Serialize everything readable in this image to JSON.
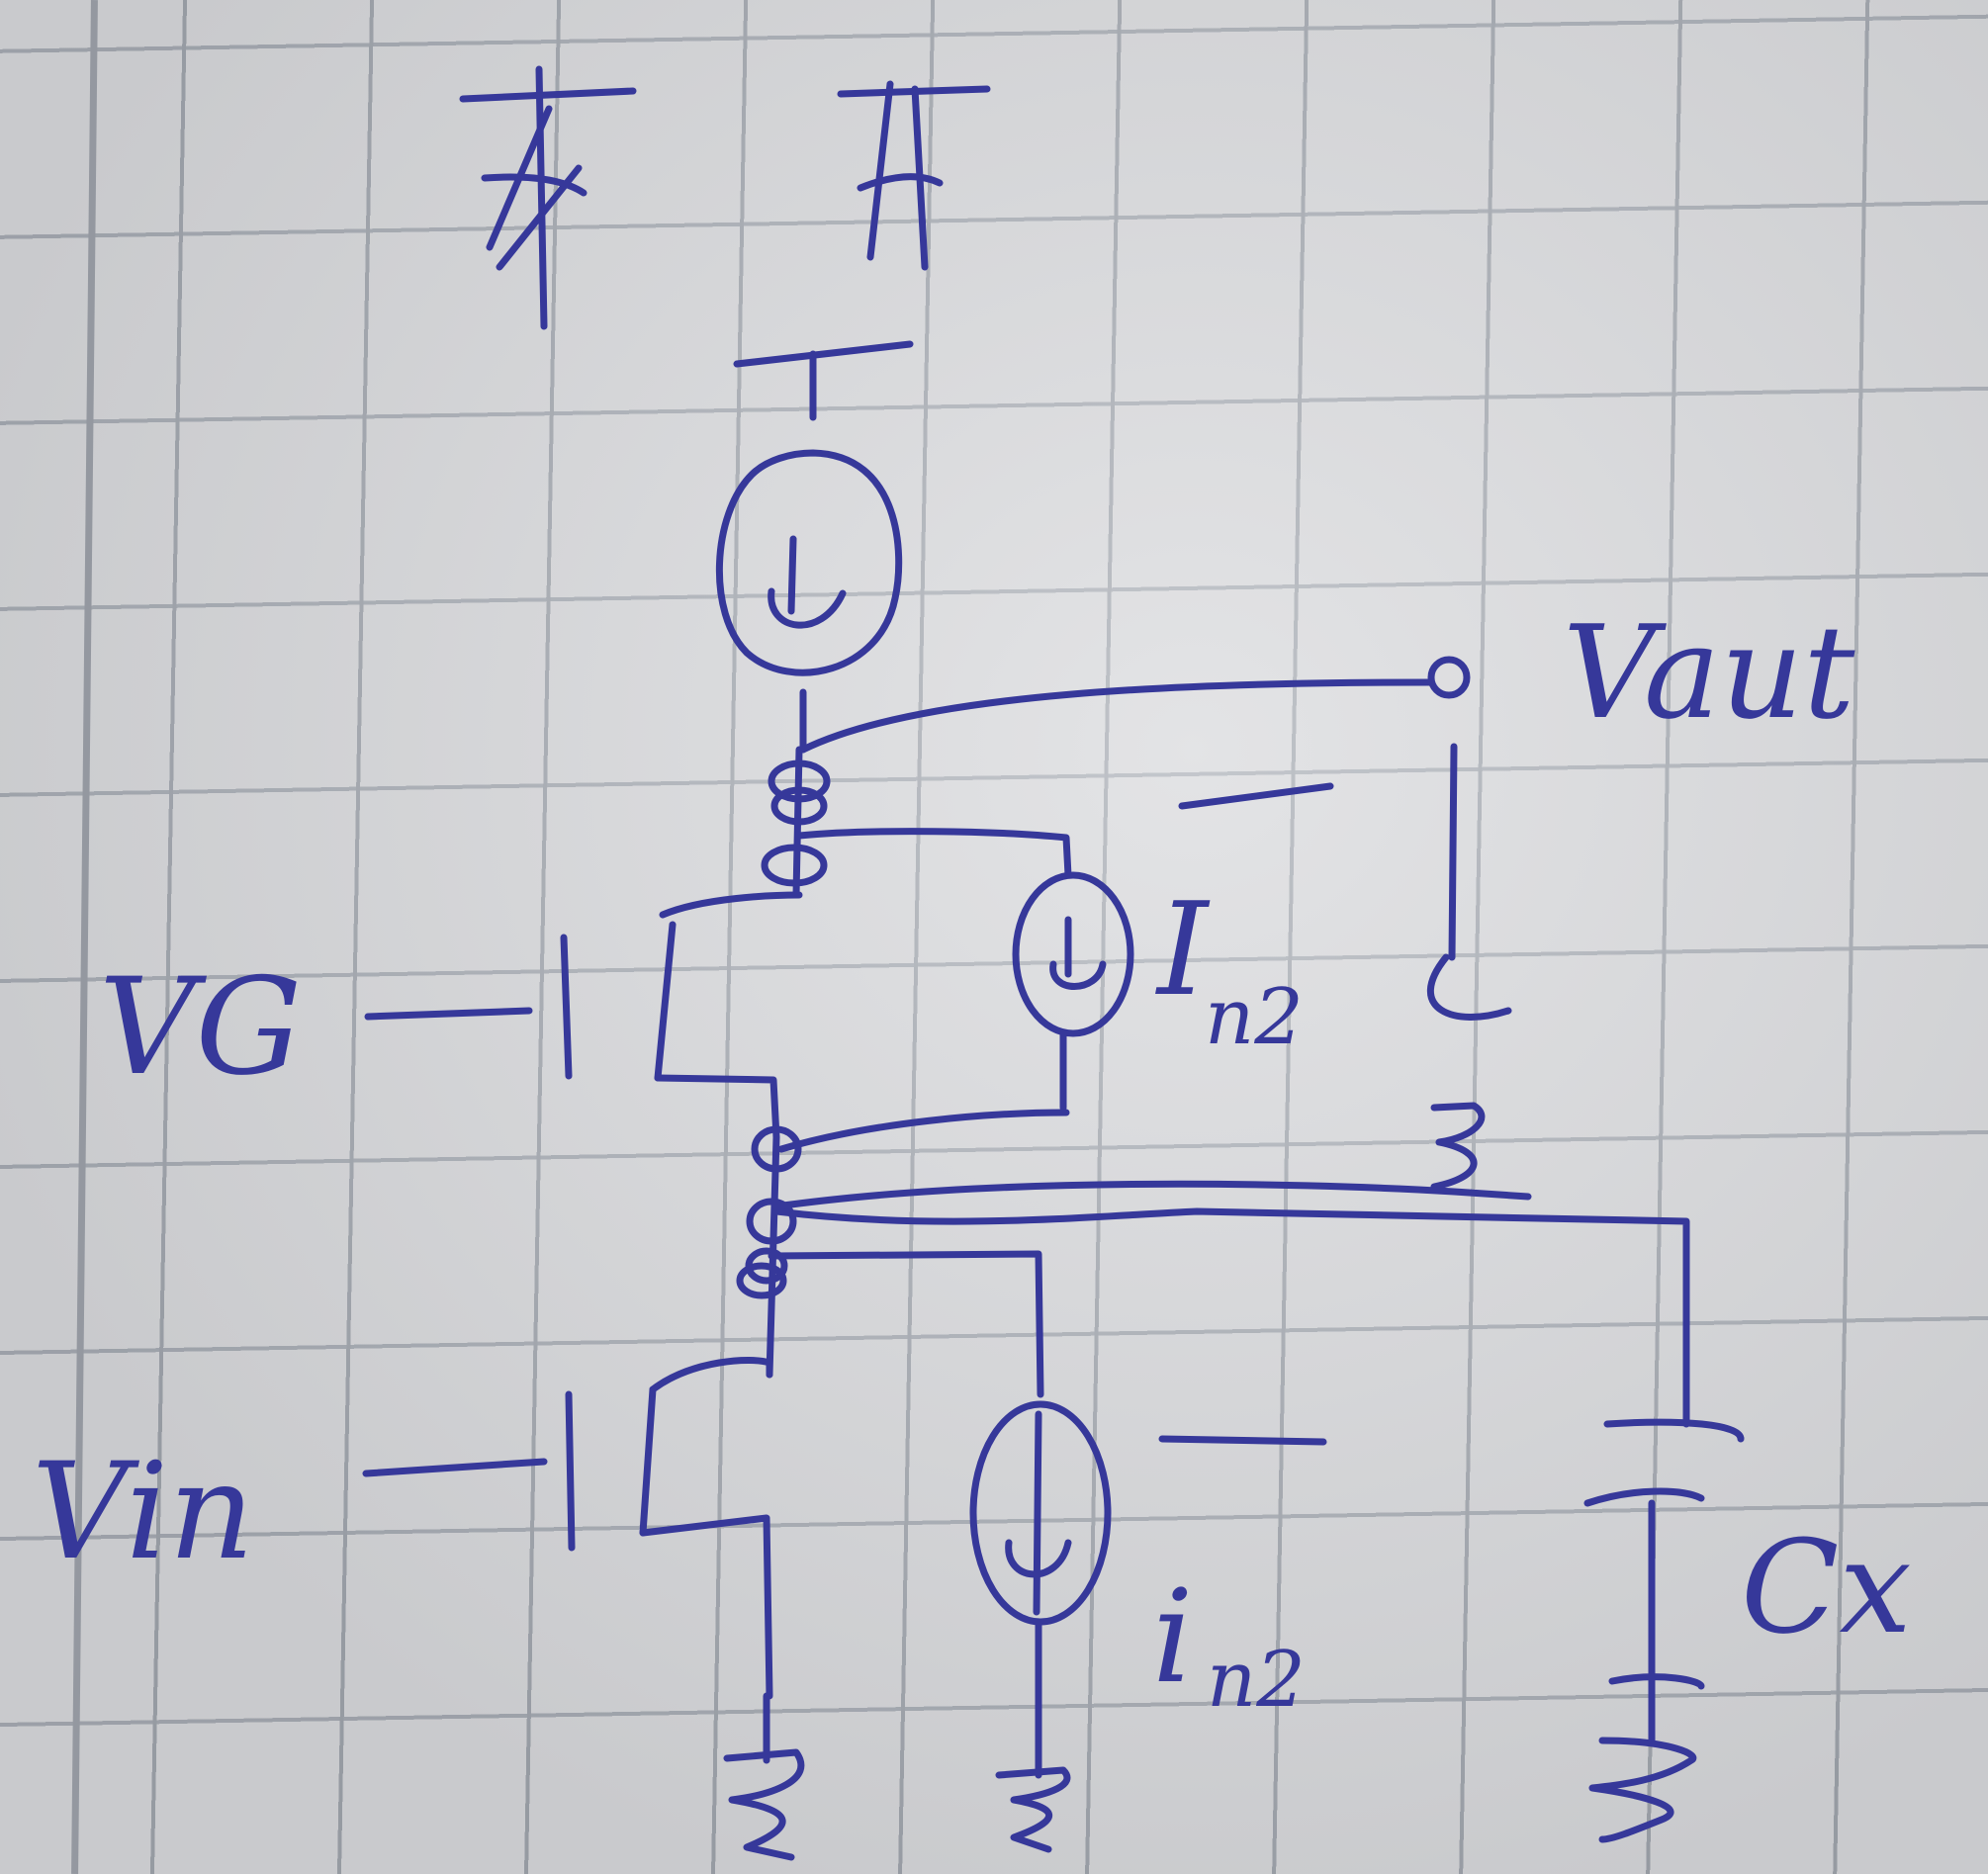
{
  "labels": {
    "vout": "Vaut",
    "vg": "VG",
    "vin": "Vin",
    "in2_upper_base": "I",
    "in2_upper_sub": "n2",
    "in2_lower_base": "i",
    "in2_lower_sub": "n2",
    "cx": "Cx"
  },
  "colors": {
    "ink": "#36389a",
    "paper": "#d4d5d8",
    "grid": "#a2a7af"
  }
}
